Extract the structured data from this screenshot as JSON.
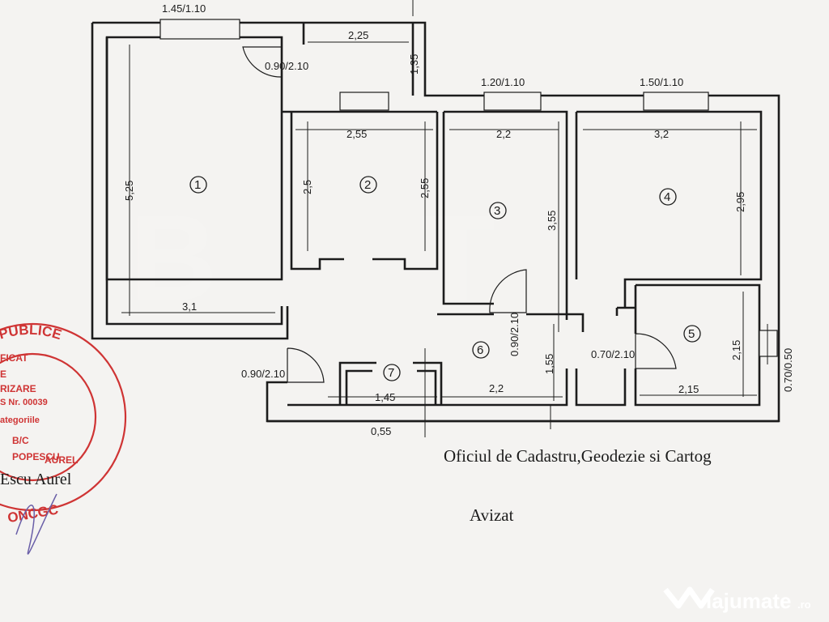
{
  "dimensions": {
    "win_room1": "1.45/1.10",
    "hall_width": "2,25",
    "hall_depth": "1,35",
    "door_room1": "0.90/2.10",
    "win_room3": "1.20/1.10",
    "win_room4": "1.50/1.10",
    "r2_width": "2,55",
    "r3_width": "2,2",
    "r4_width": "3,2",
    "r1_height": "5,25",
    "r1_width": "3,1",
    "r2_height_left": "2,5",
    "r2_height_right": "2,55",
    "r3_height": "3,55",
    "r4_height": "2,95",
    "door_room3": "0.90/2.10",
    "r6_height": "1,55",
    "door_room5": "0.70/2.10",
    "r5_height": "2,15",
    "r5_width": "2,15",
    "side_window": "0.70/0.50",
    "door_entry": "0.90/2.10",
    "r7_width": "1,45",
    "r6_width": "2,2",
    "bottom_offset": "0,55"
  },
  "rooms": [
    "1",
    "2",
    "3",
    "4",
    "5",
    "6",
    "7"
  ],
  "office_text": "Oficiul de Cadastru,Geodezie si Cartog",
  "approval_text": "Avizat",
  "stamp": {
    "arc_text": "STRATIEI PUBLICE",
    "lines": [
      "FICAT",
      "E",
      "RIZARE",
      "S Nr. 00039",
      "ategoriile",
      "B/C",
      "POPESCU",
      "AUREL"
    ],
    "bottom_text": "ONCGC",
    "signature_name": "Escu Aurel"
  },
  "watermark": {
    "brand": "lajumate",
    "tld": ".ro"
  },
  "colors": {
    "ink": "#1c1c1c",
    "paper": "#f4f3f1",
    "stamp": "#cf3434"
  }
}
